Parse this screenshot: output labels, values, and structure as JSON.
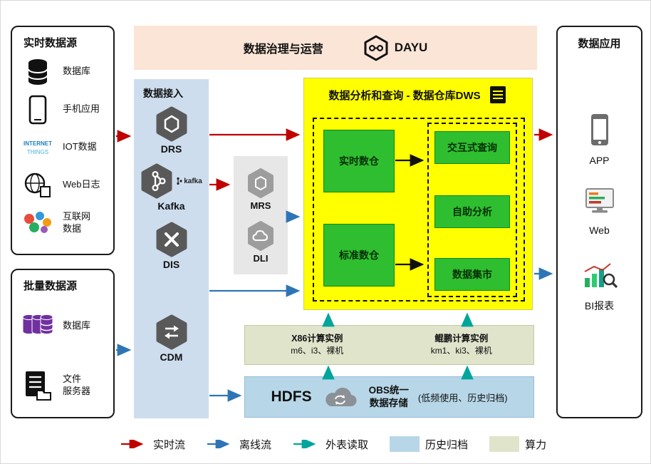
{
  "colors": {
    "realtime_flow": "#c00000",
    "offline_flow": "#2e75b6",
    "external_read": "#00a59b",
    "history_archive": "#b7d7e8",
    "compute_power": "#dfe4cb",
    "dws_bg": "#ffff00",
    "module_green": "#2fbe2f",
    "access_bg": "#cdddee",
    "banner_bg": "#fbe5d6"
  },
  "banner": {
    "title": "数据治理与运营",
    "logo_text": "DAYU"
  },
  "realtime_sources": {
    "title": "实时数据源",
    "iot_icon_words": [
      "INTERNET",
      "THINGS"
    ],
    "items": [
      {
        "label": "数据库"
      },
      {
        "label": "手机应用"
      },
      {
        "label": "IOT数据"
      },
      {
        "label": "Web日志"
      },
      {
        "label": "互联网\n数据"
      }
    ]
  },
  "batch_sources": {
    "title": "批量数据源",
    "items": [
      {
        "label": "数据库"
      },
      {
        "label": "文件\n服务器"
      }
    ]
  },
  "data_access": {
    "title": "数据接入",
    "services": [
      {
        "label": "DRS"
      },
      {
        "label": "Kafka",
        "badge": "kafka"
      },
      {
        "label": "DIS"
      },
      {
        "label": "CDM"
      }
    ]
  },
  "middleware": {
    "services": [
      {
        "label": "MRS"
      },
      {
        "label": "DLI"
      }
    ]
  },
  "dws": {
    "title": "数据分析和查询 - 数据仓库DWS",
    "left_modules": [
      "实时数仓",
      "标准数仓"
    ],
    "right_modules": [
      "交互式查询",
      "自助分析",
      "数据集市"
    ]
  },
  "compute": {
    "x86_title": "X86计算实例",
    "x86_spec": "m6、i3、裸机",
    "kunpeng_title": "鲲鹏计算实例",
    "kunpeng_spec": "km1、ki3、裸机"
  },
  "storage": {
    "hdfs_label": "HDFS",
    "obs_title": "OBS统一\n数据存储",
    "obs_note": "(低频使用、历史归档)"
  },
  "data_apps": {
    "title": "数据应用",
    "items": [
      {
        "label": "APP"
      },
      {
        "label": "Web"
      },
      {
        "label": "BI报表"
      }
    ]
  },
  "legend": {
    "realtime": "实时流",
    "offline": "离线流",
    "external": "外表读取",
    "archive": "历史归档",
    "compute": "算力"
  }
}
